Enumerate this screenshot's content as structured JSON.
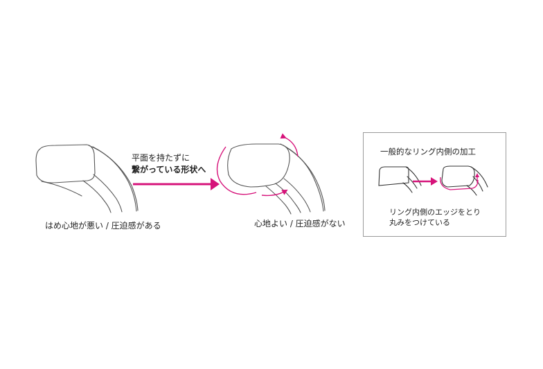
{
  "colors": {
    "accent": "#d6137a",
    "line": "#555555",
    "frame": "#9a9a9a"
  },
  "left_caption": "はめ心地が悪い / 圧迫感がある",
  "middle_caption": "心地よい / 圧迫感がない",
  "arrow_caption": {
    "line1": "平面を持たずに",
    "line2": "繋がっている形状へ"
  },
  "inset": {
    "title": "一般的なリング内側の加工",
    "note": {
      "line1": "リング内側のエッジをとり",
      "line2": "丸みをつけている"
    }
  }
}
